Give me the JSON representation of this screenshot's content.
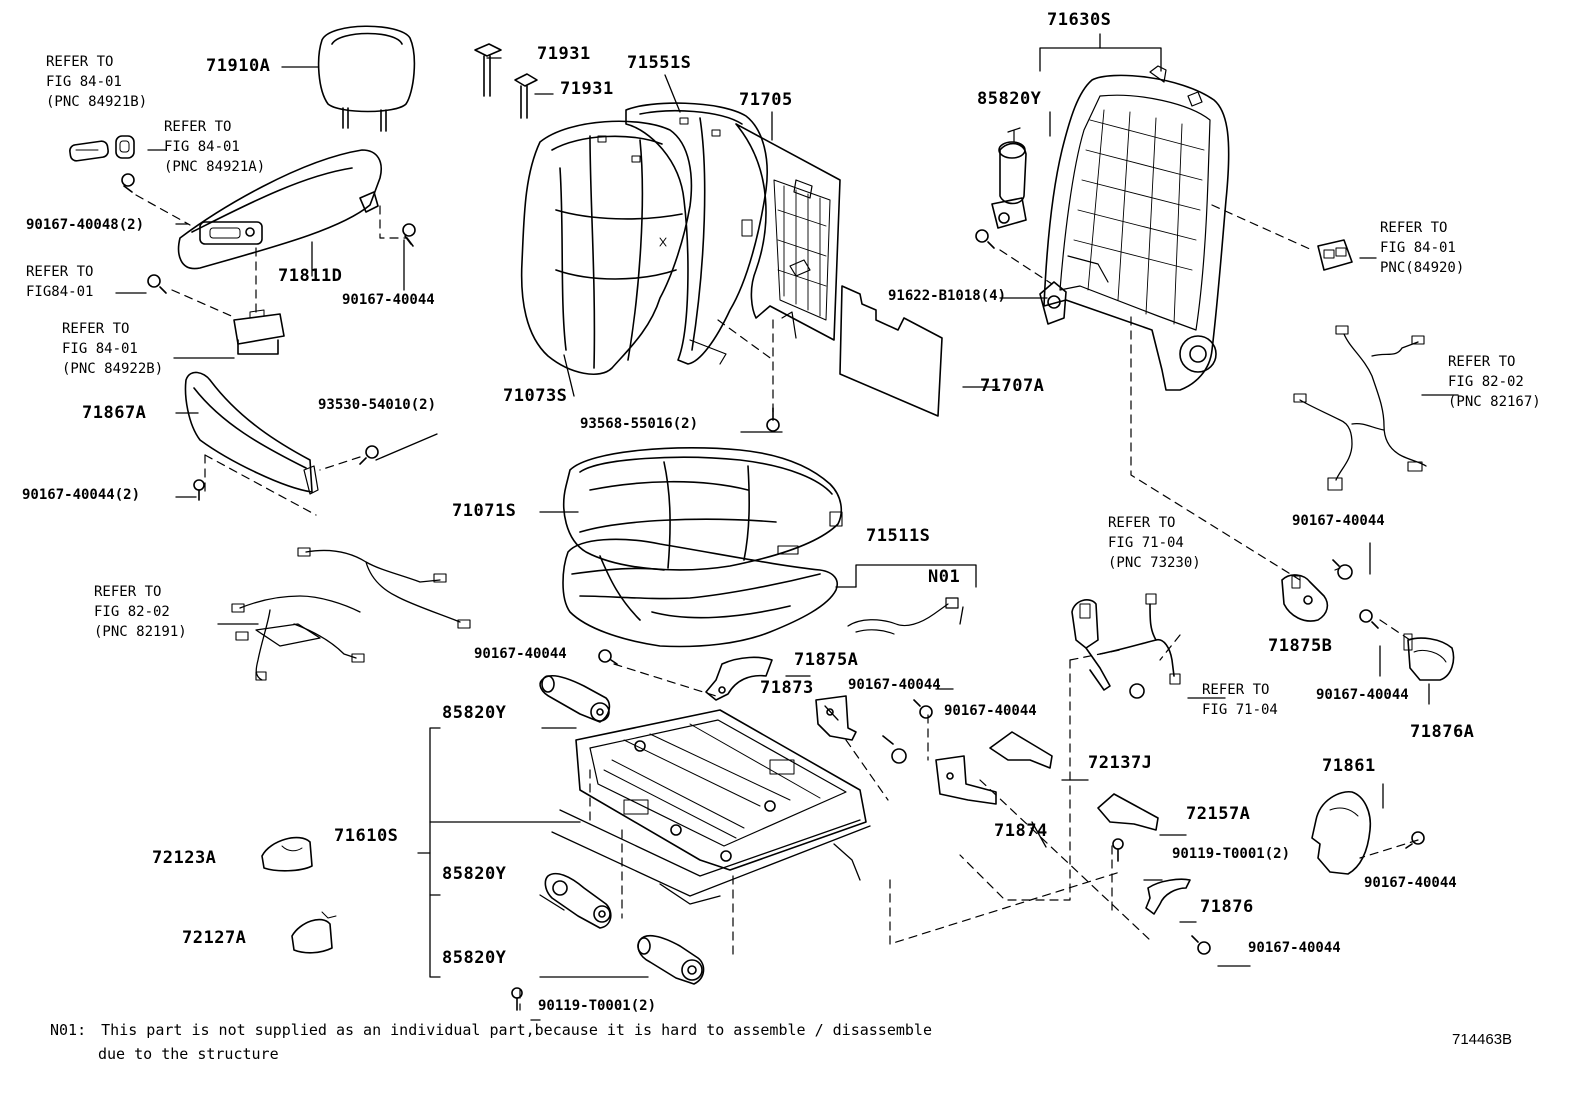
{
  "diagram": {
    "figure_id": "714463B",
    "note": {
      "code": "N01:",
      "line1": "This part is not supplied as an individual part,because  it is hard to assemble / disassemble",
      "line2": "due to the structure"
    },
    "parts": {
      "p71910A": "71910A",
      "p71931a": "71931",
      "p71931b": "71931",
      "p71551S": "71551S",
      "p71705": "71705",
      "p71630S": "71630S",
      "p85820Y_top": "85820Y",
      "p90167_40048": "90167-40048(2)",
      "p71811D": "71811D",
      "p90167_40044_a": "90167-40044",
      "p91622": "91622-B1018(4)",
      "p71867A": "71867A",
      "p93530": "93530-54010(2)",
      "p71073S": "71073S",
      "p93568": "93568-55016(2)",
      "p71707A": "71707A",
      "p90167_40044_2": "90167-40044(2)",
      "p71071S": "71071S",
      "p71511S": "71511S",
      "pN01": "N01",
      "p90167_40044_b": "90167-40044",
      "p90167_40044_c": "90167-40044",
      "p71875A": "71875A",
      "p71873": "71873",
      "p90167_40044_d": "90167-40044",
      "p90167_40044_e": "90167-40044",
      "p85820Y_1": "85820Y",
      "p72137J": "72137J",
      "p71875B": "71875B",
      "p90167_40044_f": "90167-40044",
      "p71876A": "71876A",
      "p71861": "71861",
      "p71610S": "71610S",
      "p71874": "71874",
      "p72157A": "72157A",
      "p72123A": "72123A",
      "p85820Y_2": "85820Y",
      "p90119_a": "90119-T0001(2)",
      "p90167_40044_g": "90167-40044",
      "p71876": "71876",
      "p72127A": "72127A",
      "p85820Y_3": "85820Y",
      "p90167_40044_h": "90167-40044",
      "p90119_b": "90119-T0001(2)"
    },
    "refs": {
      "r84921B": {
        "l1": "REFER TO",
        "l2": "FIG 84-01",
        "l3": "(PNC 84921B)"
      },
      "r84921A": {
        "l1": "REFER TO",
        "l2": "FIG 84-01",
        "l3": "(PNC 84921A)"
      },
      "r84_01": {
        "l1": "REFER TO",
        "l2": "FIG84-01"
      },
      "r84922B": {
        "l1": "REFER TO",
        "l2": "FIG 84-01",
        "l3": "(PNC 84922B)"
      },
      "r84920": {
        "l1": "REFER TO",
        "l2": "FIG 84-01",
        "l3": "PNC(84920)"
      },
      "r82167": {
        "l1": "REFER TO",
        "l2": "FIG 82-02",
        "l3": "(PNC 82167)"
      },
      "r73230": {
        "l1": "REFER TO",
        "l2": "FIG 71-04",
        "l3": "(PNC 73230)"
      },
      "r71_04": {
        "l1": "REFER TO",
        "l2": "FIG 71-04"
      },
      "r82191": {
        "l1": "REFER TO",
        "l2": "FIG  82-02",
        "l3": "(PNC 82191)"
      }
    }
  }
}
